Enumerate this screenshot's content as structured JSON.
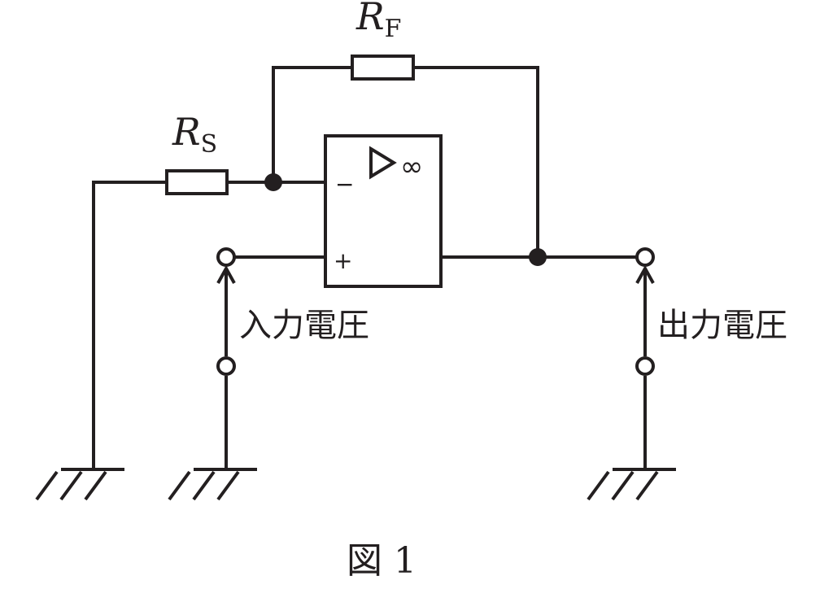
{
  "resistors": {
    "feedback": {
      "symbol": "R",
      "subscript": "F"
    },
    "source": {
      "symbol": "R",
      "subscript": "S"
    }
  },
  "opamp": {
    "gain_symbol": "∞",
    "inverting_symbol": "−",
    "noninverting_symbol": "+"
  },
  "labels": {
    "input_voltage": "入力電圧",
    "output_voltage": "出力電圧"
  },
  "caption": "図 1",
  "colors": {
    "ink": "#231f20",
    "background": "#ffffff"
  }
}
